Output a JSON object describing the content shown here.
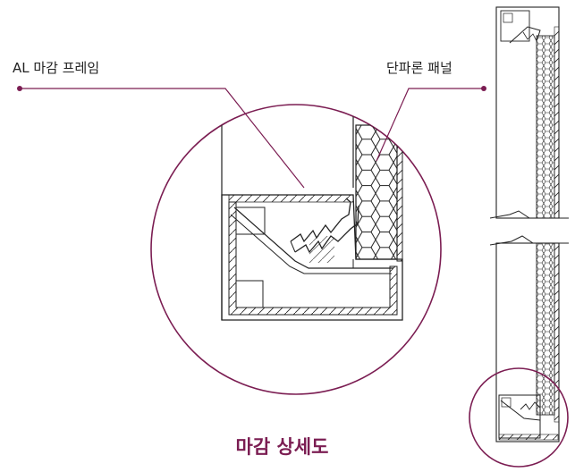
{
  "labels": {
    "frame": "AL 마감 프레임",
    "panel": "단파론 패널",
    "caption": "마감 상세도"
  },
  "colors": {
    "accent": "#7b1d52",
    "line": "#222222",
    "bg": "#ffffff"
  }
}
